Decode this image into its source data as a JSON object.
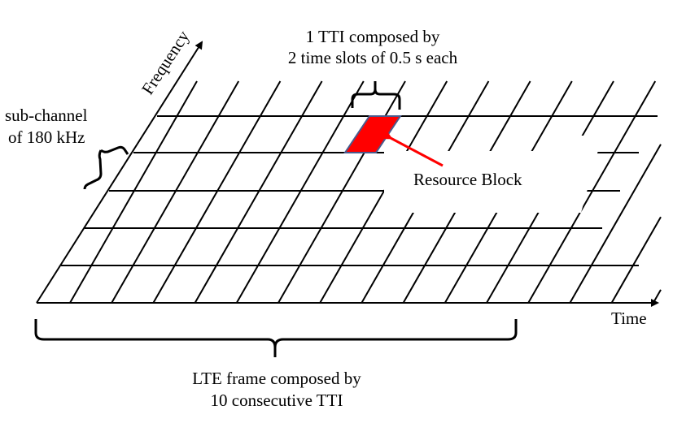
{
  "labels": {
    "frequency_axis": "Frequency",
    "time_axis": "Time",
    "tti_line1": "1 TTI composed by",
    "tti_line2": "2 time slots of 0.5 s each",
    "subchannel_line1": "sub-channel",
    "subchannel_line2": "of 180 kHz",
    "resource_block": "Resource Block",
    "frame_line1": "LTE frame composed by",
    "frame_line2": "10 consecutive TTI"
  },
  "colors": {
    "lines": "#000000",
    "resource_block_fill": "#ff0000",
    "resource_block_border": "#4a5a8c",
    "arrow": "#ff0000"
  }
}
